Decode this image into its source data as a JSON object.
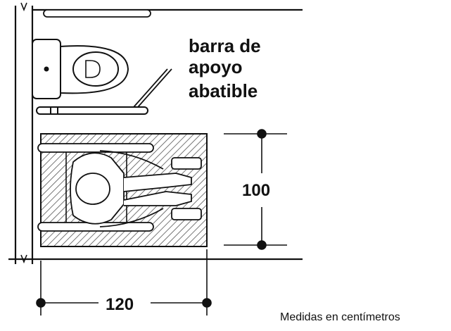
{
  "labels": {
    "grab_bar_line1": "barra de",
    "grab_bar_line2": "apoyo",
    "grab_bar_line3": "abatible",
    "dimension_depth": "100",
    "dimension_width": "120",
    "units_note": "Medidas en centímetros"
  },
  "colors": {
    "line": "#111111",
    "hatch": "#555555",
    "background": "#ffffff"
  }
}
